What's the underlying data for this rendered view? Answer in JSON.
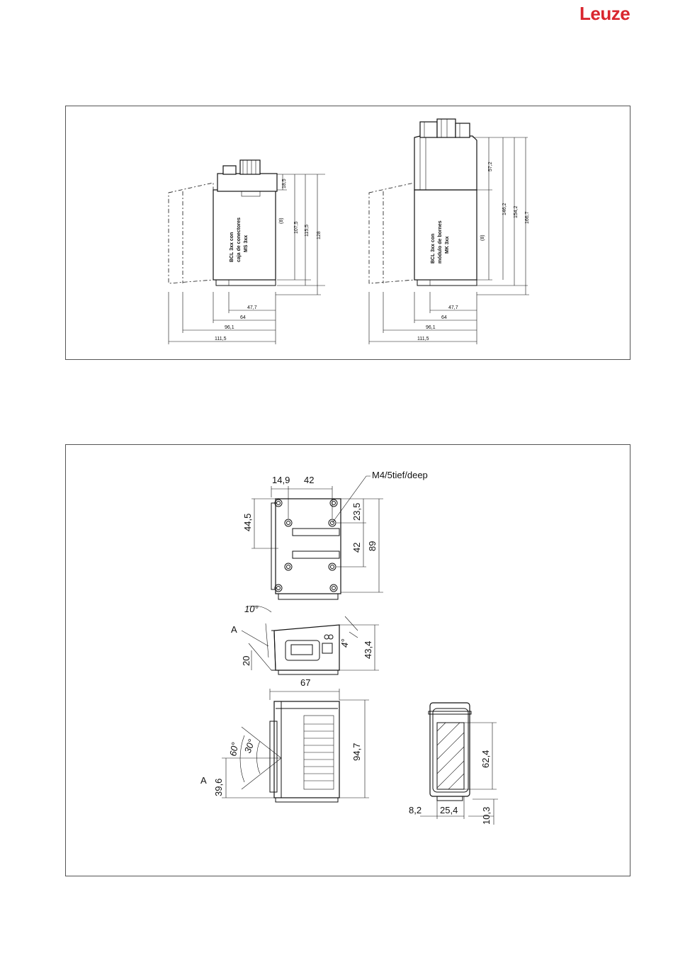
{
  "brand": {
    "name": "Leuze",
    "color": "#d9262e"
  },
  "top_drawing": {
    "left_view": {
      "label_lines": [
        "BCL 3xx con",
        "caja de conectores",
        "MS 3xx"
      ],
      "ref_label": "(8)",
      "dims_vertical": [
        "18,5",
        "107,5",
        "115,5",
        "128"
      ],
      "dims_horizontal": [
        "47,7",
        "64",
        "96,1",
        "111,5"
      ]
    },
    "right_view": {
      "label_lines": [
        "BCL 3xx con",
        "módulo de bornes",
        "MK 3xx"
      ],
      "ref_label": "(8)",
      "dims_vertical": [
        "57,2",
        "146,2",
        "154,2",
        "166,7"
      ],
      "dims_horizontal": [
        "47,7",
        "64",
        "96,1",
        "111,5"
      ]
    }
  },
  "bottom_drawing": {
    "thread_note": "M4/5tief/deep",
    "rear_view": {
      "dims": [
        "14,9",
        "42",
        "44,5",
        "23,5",
        "42",
        "89"
      ]
    },
    "side_view": {
      "dims": [
        "10°",
        "4°",
        "43,4",
        "20"
      ],
      "point_label": "A"
    },
    "front_view": {
      "dims": [
        "67",
        "94,7",
        "39,6",
        "60°",
        "30°"
      ],
      "point_label": "A"
    },
    "window_view": {
      "dims": [
        "62,4",
        "8,2",
        "25,4",
        "10,3"
      ]
    }
  }
}
